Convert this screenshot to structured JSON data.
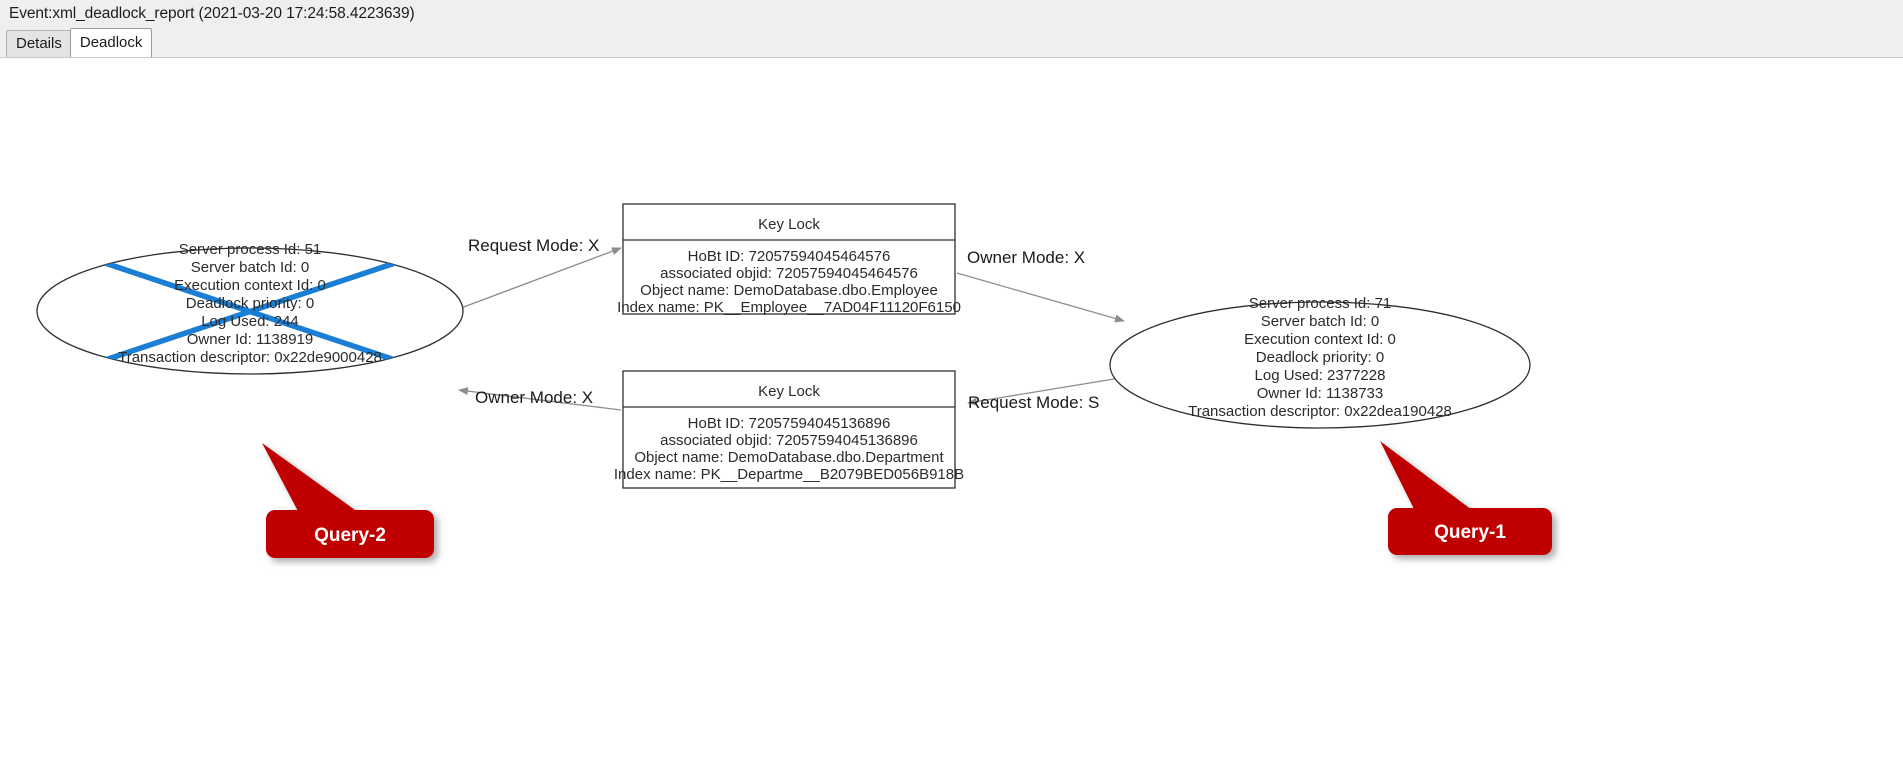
{
  "header": {
    "event_title": "Event:xml_deadlock_report (2021-03-20 17:24:58.4223639)"
  },
  "tabs": [
    {
      "label": "Details",
      "active": false
    },
    {
      "label": "Deadlock",
      "active": true
    }
  ],
  "colors": {
    "header_bg": "#efefef",
    "canvas_bg": "#ffffff",
    "shape_stroke": "#2f2f2f",
    "edge_stroke": "#8d8d8d",
    "victim_x": "#1a7fd4",
    "callout_red": "#c00000",
    "callout_text": "#ffffff"
  },
  "graph": {
    "processes": [
      {
        "id": "process-left",
        "victim": true,
        "lines": [
          "Server process Id: 51",
          "Server batch Id: 0",
          "Execution context Id: 0",
          "Deadlock priority: 0",
          "Log Used: 244",
          "Owner Id: 1138919",
          "Transaction descriptor: 0x22de9000428"
        ]
      },
      {
        "id": "process-right",
        "victim": false,
        "lines": [
          "Server process Id: 71",
          "Server batch Id: 0",
          "Execution context Id: 0",
          "Deadlock priority: 0",
          "Log Used: 2377228",
          "Owner Id: 1138733",
          "Transaction descriptor: 0x22dea190428"
        ]
      }
    ],
    "resources": [
      {
        "id": "keylock-top",
        "title": "Key Lock",
        "lines": [
          "HoBt ID: 72057594045464576",
          "associated objid: 72057594045464576",
          "Object name: DemoDatabase.dbo.Employee",
          "Index name: PK__Employee__7AD04F11120F6150"
        ]
      },
      {
        "id": "keylock-bottom",
        "title": "Key Lock",
        "lines": [
          "HoBt ID: 72057594045136896",
          "associated objid: 72057594045136896",
          "Object name: DemoDatabase.dbo.Department",
          "Index name: PK__Departme__B2079BED056B918B"
        ]
      }
    ],
    "edges": [
      {
        "id": "edge-left-request-top",
        "label": "Request Mode: X"
      },
      {
        "id": "edge-top-owner-right",
        "label": "Owner Mode: X"
      },
      {
        "id": "edge-bottom-owner-left",
        "label": "Owner Mode: X"
      },
      {
        "id": "edge-right-request-bottom",
        "label": "Request Mode: S"
      }
    ],
    "callouts": [
      {
        "id": "callout-query-2",
        "label": "Query-2"
      },
      {
        "id": "callout-query-1",
        "label": "Query-1"
      }
    ]
  }
}
